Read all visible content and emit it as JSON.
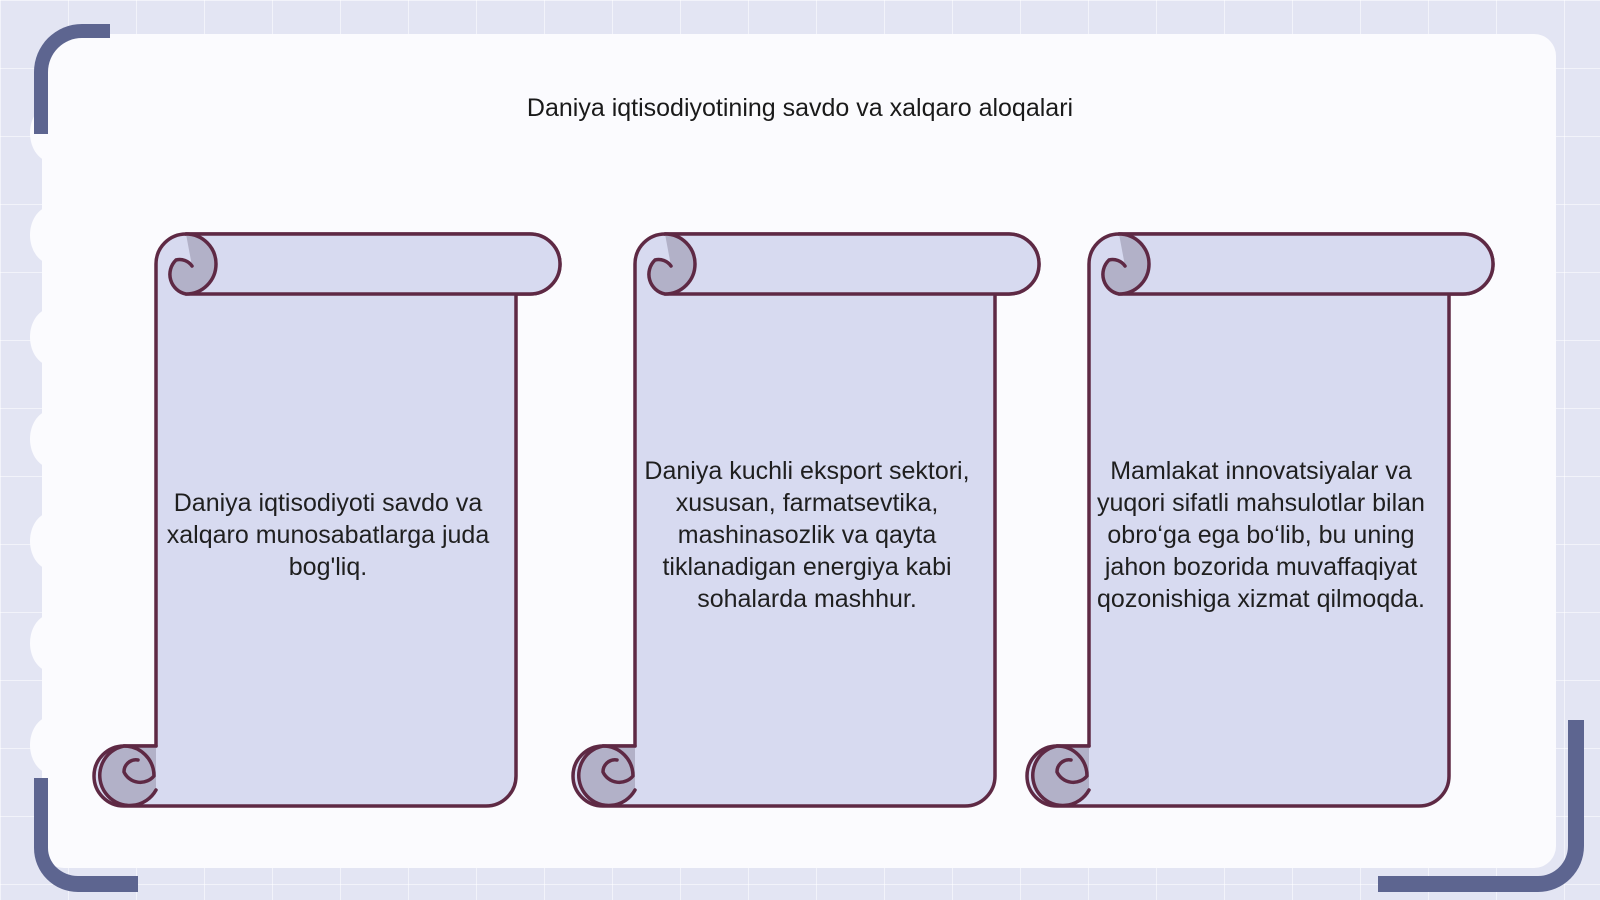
{
  "slide": {
    "title": "Daniya iqtisodiyotining savdo va xalqaro aloqalari"
  },
  "cards": [
    {
      "text": "Daniya iqtisodiyoti savdo va xalqaro munosabatlarga juda bog'liq."
    },
    {
      "text": "Daniya kuchli eksport sektori, xususan, farmatsevtika, mashinasozlik va qayta tiklanadigan energiya kabi sohalarda mashhur."
    },
    {
      "text": "Mamlakat innovatsiyalar va yuqori sifatli mahsulotlar bilan obro‘ga ega bo‘lib, bu uning jahon bozorida muvaffaqiyat qozonishiga xizmat qilmoqda."
    }
  ],
  "colors": {
    "background": "#e3e5f3",
    "panel": "#fbfbfe",
    "scroll_fill": "#d7daf0",
    "scroll_curl": "#b2b1c8",
    "scroll_outline": "#5e2944",
    "corner_bracket": "#5d6590"
  }
}
